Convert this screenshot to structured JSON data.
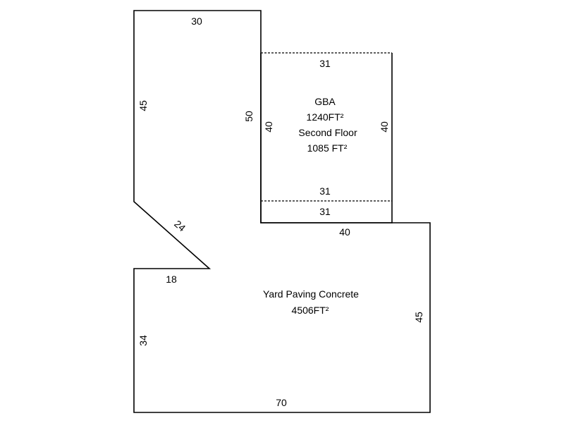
{
  "dimensions": {
    "top_left_width": "30",
    "left_side_upper": "45",
    "middle_left_height": "50",
    "gba_top": "31",
    "gba_left": "40",
    "gba_right": "40",
    "gba_bottom": "31",
    "lower_strip": "31",
    "yard_top": "40",
    "diagonal": "24",
    "notch": "18",
    "left_side_lower": "34",
    "right_side": "45",
    "bottom": "70"
  },
  "areas": {
    "gba_label": "GBA",
    "gba_area": "1240FT²",
    "second_floor_label": "Second Floor",
    "second_floor_area": "1085 FT²",
    "yard_label": "Yard Paving Concrete",
    "yard_area": "4506FT²"
  },
  "colors": {
    "line": "#000000",
    "background": "#ffffff"
  }
}
